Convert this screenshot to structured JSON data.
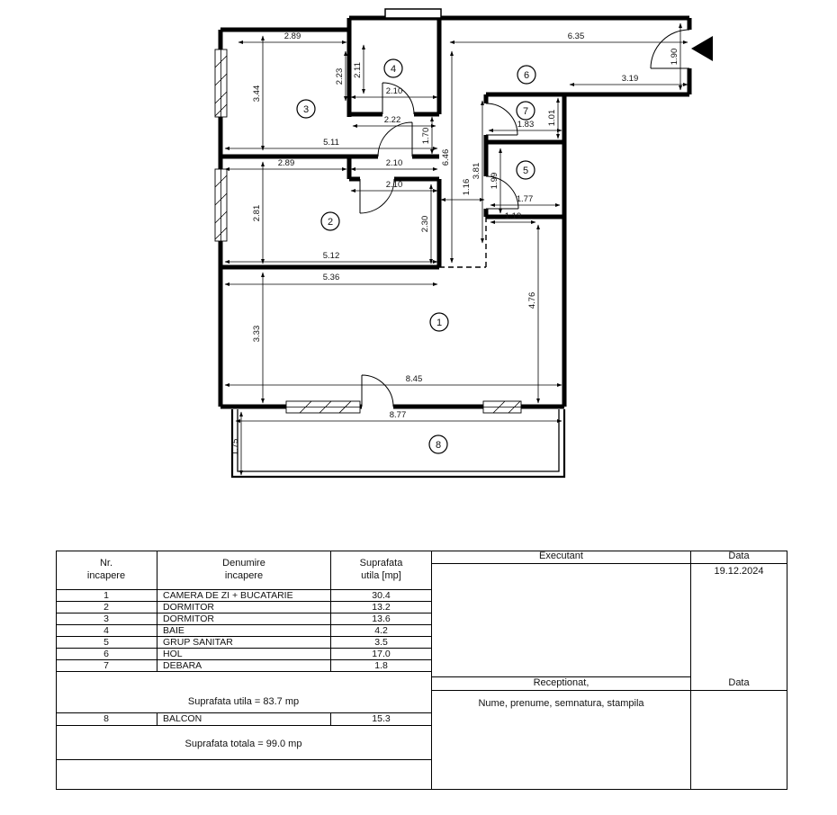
{
  "plan": {
    "rooms": {
      "r1": "1",
      "r2": "2",
      "r3": "3",
      "r4": "4",
      "r5": "5",
      "r6": "6",
      "r7": "7",
      "r8": "8"
    },
    "dims": {
      "room3_top": "2.89",
      "room4_left_h": "2.23",
      "room4_h": "2.11",
      "hall_top": "6.35",
      "room3_left": "3.44",
      "room4_w": "2.10",
      "corridor_len": "3.19",
      "corridor_w": "1.90",
      "niche_top": "2.22",
      "room7_h": "1.01",
      "room7_w": "1.83",
      "opening_h": "1.70",
      "hall_left": "6.46",
      "room3_bottom": "5.11",
      "room2_top_l": "2.89",
      "niche_w1": "2.10",
      "niche_w2": "2.10",
      "sanitary_block_h": "3.81",
      "corridor2_w": "1.16",
      "room5_h": "1.99",
      "room5_w": "1.77",
      "room2_left": "2.81",
      "room2_right": "2.30",
      "kitchen_off": "1.19",
      "room2_bottom": "5.12",
      "room1_top": "5.36",
      "room1_right": "4.76",
      "room1_left": "3.33",
      "room1_bottom": "8.45",
      "balcony_w": "8.77",
      "balcony_h": "1.75"
    }
  },
  "table": {
    "headers": {
      "nr": "Nr.\nincapere",
      "name": "Denumire\nincapere",
      "area": "Suprafata\nutila [mp]",
      "executant": "Executant",
      "date": "Data"
    },
    "date_value": "19.12.2024",
    "rows": [
      {
        "nr": "1",
        "name": "CAMERA DE ZI + BUCATARIE",
        "area": "30.4"
      },
      {
        "nr": "2",
        "name": "DORMITOR",
        "area": "13.2"
      },
      {
        "nr": "3",
        "name": "DORMITOR",
        "area": "13.6"
      },
      {
        "nr": "4",
        "name": "BAIE",
        "area": "4.2"
      },
      {
        "nr": "5",
        "name": "GRUP SANITAR",
        "area": "3.5"
      },
      {
        "nr": "6",
        "name": "HOL",
        "area": "17.0"
      },
      {
        "nr": "7",
        "name": "DEBARA",
        "area": "1.8"
      }
    ],
    "subtotal": "Suprafata utila = 83.7 mp",
    "balcony": {
      "nr": "8",
      "name": "BALCON",
      "area": "15.3"
    },
    "total": "Suprafata totala = 99.0 mp",
    "received_label": "Receptionat,",
    "date_label2": "Data",
    "signature_hint": "Nume, prenume, semnatura, stampila"
  }
}
